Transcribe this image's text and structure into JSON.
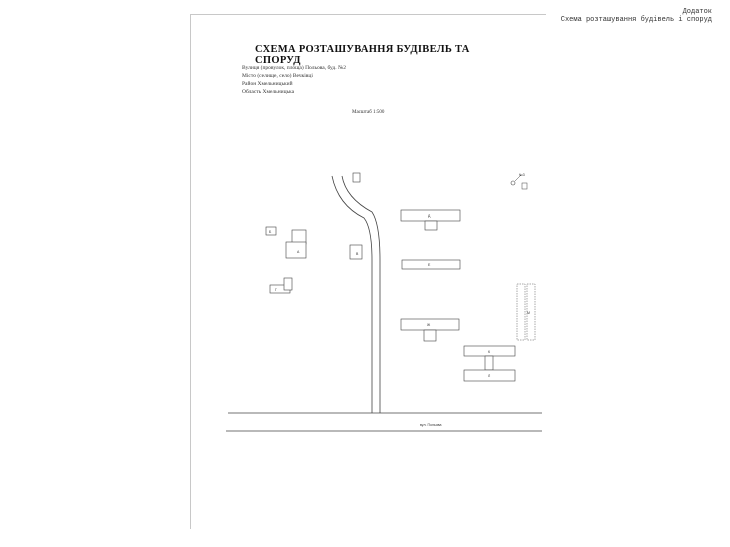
{
  "appendix": {
    "line1": "Додаток",
    "line2": "Схема розташування будівель і споруд"
  },
  "title": "СХЕМА РОЗТАШУВАННЯ БУДІВЕЛЬ ТА СПОРУД",
  "address": {
    "street": "Вулиця (провулок, площа)   Польова, буд. №2",
    "city": "Місто (селище, село)  Вечківці",
    "district": "Район Хмельницький",
    "region": "Область  Хмельницька"
  },
  "scale": "Масштаб 1:500",
  "plan": {
    "north_label": "№3",
    "street_label": "вул. Польова",
    "building_labels": [
      "Б",
      "А",
      "В",
      "Г",
      "Д",
      "Е",
      "Ж",
      "К",
      "Л",
      "М"
    ]
  },
  "colors": {
    "ink": "#333333",
    "paper": "#ffffff",
    "frame": "#c8c8c8"
  }
}
